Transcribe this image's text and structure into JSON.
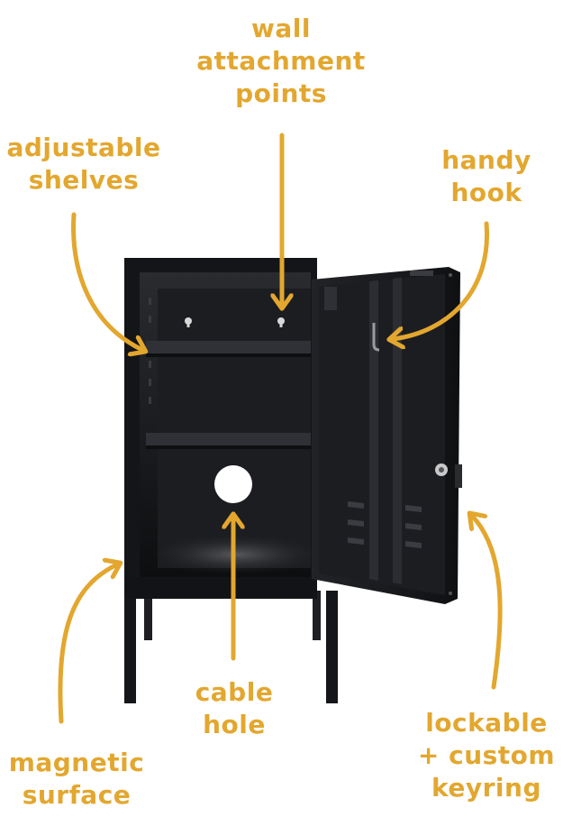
{
  "accent_color": "#E3A72F",
  "cabinet_color": "#141518",
  "labels": {
    "wall_attachment": [
      "wall",
      "attachment",
      "points"
    ],
    "adjustable_shelves": [
      "adjustable",
      "shelves"
    ],
    "handy_hook": [
      "handy",
      "hook"
    ],
    "cable_hole": [
      "cable",
      "hole"
    ],
    "magnetic_surface": [
      "magnetic",
      "surface"
    ],
    "lockable": [
      "lockable",
      "+ custom",
      "keyring"
    ]
  }
}
